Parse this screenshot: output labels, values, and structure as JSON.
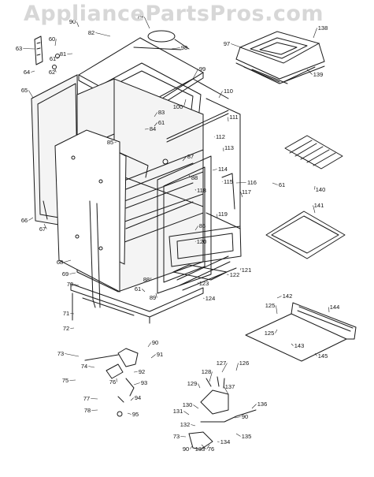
{
  "watermark": "AppliancePartsPros.com",
  "callouts": [
    {
      "n": "63"
    },
    {
      "n": "60"
    },
    {
      "n": "81"
    },
    {
      "n": "90"
    },
    {
      "n": "79"
    },
    {
      "n": "82"
    },
    {
      "n": "61"
    },
    {
      "n": "62"
    },
    {
      "n": "64"
    },
    {
      "n": "98"
    },
    {
      "n": "97"
    },
    {
      "n": "138"
    },
    {
      "n": "139"
    },
    {
      "n": "99"
    },
    {
      "n": "65"
    },
    {
      "n": "100"
    },
    {
      "n": "83"
    },
    {
      "n": "61"
    },
    {
      "n": "84"
    },
    {
      "n": "110"
    },
    {
      "n": "111"
    },
    {
      "n": "112"
    },
    {
      "n": "113"
    },
    {
      "n": "85"
    },
    {
      "n": "87"
    },
    {
      "n": "114"
    },
    {
      "n": "88"
    },
    {
      "n": "118"
    },
    {
      "n": "115"
    },
    {
      "n": "116"
    },
    {
      "n": "61"
    },
    {
      "n": "140"
    },
    {
      "n": "117"
    },
    {
      "n": "141"
    },
    {
      "n": "66"
    },
    {
      "n": "67"
    },
    {
      "n": "119"
    },
    {
      "n": "86"
    },
    {
      "n": "120"
    },
    {
      "n": "68"
    },
    {
      "n": "121"
    },
    {
      "n": "69"
    },
    {
      "n": "88"
    },
    {
      "n": "122"
    },
    {
      "n": "70"
    },
    {
      "n": "123"
    },
    {
      "n": "124"
    },
    {
      "n": "89"
    },
    {
      "n": "61"
    },
    {
      "n": "142"
    },
    {
      "n": "125"
    },
    {
      "n": "144"
    },
    {
      "n": "71"
    },
    {
      "n": "72"
    },
    {
      "n": "125"
    },
    {
      "n": "143"
    },
    {
      "n": "145"
    },
    {
      "n": "90"
    },
    {
      "n": "73"
    },
    {
      "n": "91"
    },
    {
      "n": "92"
    },
    {
      "n": "74"
    },
    {
      "n": "75"
    },
    {
      "n": "76"
    },
    {
      "n": "93"
    },
    {
      "n": "128"
    },
    {
      "n": "127"
    },
    {
      "n": "126"
    },
    {
      "n": "129"
    },
    {
      "n": "137"
    },
    {
      "n": "77"
    },
    {
      "n": "94"
    },
    {
      "n": "78"
    },
    {
      "n": "95"
    },
    {
      "n": "130"
    },
    {
      "n": "136"
    },
    {
      "n": "90"
    },
    {
      "n": "131"
    },
    {
      "n": "132"
    },
    {
      "n": "135"
    },
    {
      "n": "73"
    },
    {
      "n": "134"
    },
    {
      "n": "90"
    },
    {
      "n": "133"
    },
    {
      "n": "76"
    }
  ]
}
